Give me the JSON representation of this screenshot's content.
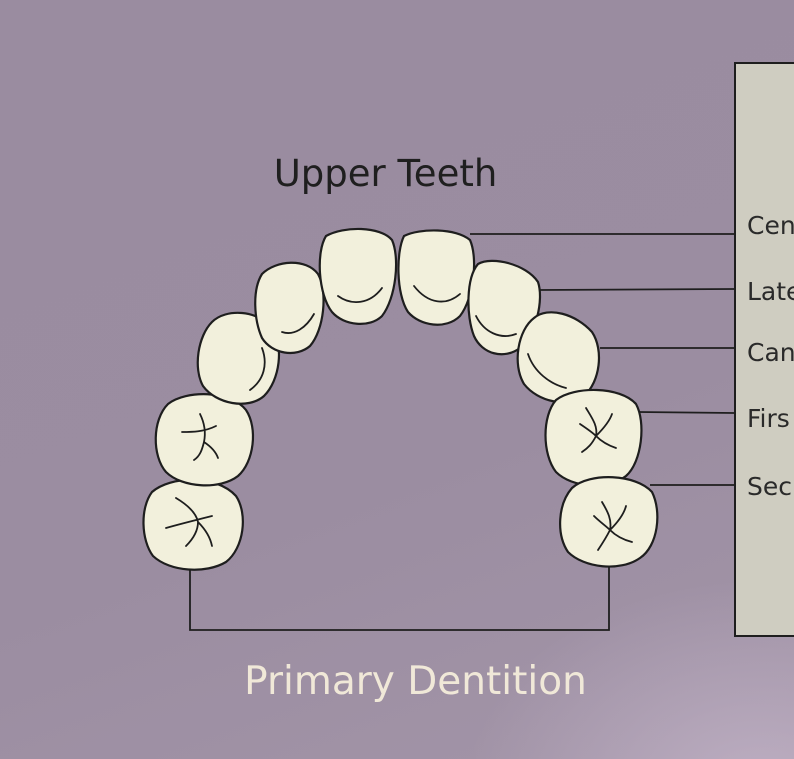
{
  "title": "Upper Teeth",
  "subtitle": "Primary Dentition",
  "labels": [
    "Cen",
    "Late",
    "Can",
    "Firs",
    "Sec"
  ],
  "colors": {
    "background": "#9b8da0",
    "tooth_fill": "#f2f0dc",
    "panel_fill": "#cfcdc1",
    "outline": "#1e1e1e",
    "subtitle_text": "#f0e8d8"
  }
}
